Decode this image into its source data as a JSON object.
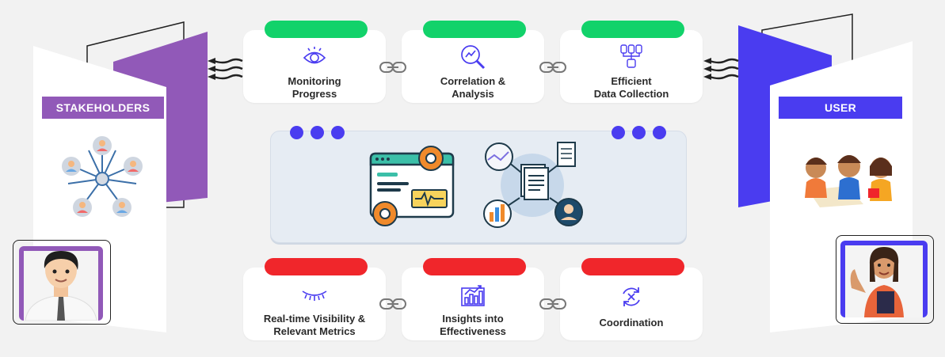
{
  "left_panel": {
    "label": "STAKEHOLDERS",
    "accent": "#9159b8",
    "icons": [
      "stakeholder-network-icon",
      "businessman-avatar-icon"
    ]
  },
  "right_panel": {
    "label": "USER",
    "accent": "#4a3cf0",
    "icons": [
      "children-illustration-icon",
      "teacher-avatar-icon"
    ]
  },
  "top_cards": [
    {
      "line1": "Monitoring",
      "line2": "Progress",
      "icon": "eye-icon"
    },
    {
      "line1": "Correlation &",
      "line2": "Analysis",
      "icon": "magnifier-chart-icon"
    },
    {
      "line1": "Efficient",
      "line2": "Data Collection",
      "icon": "database-icon"
    }
  ],
  "bottom_cards": [
    {
      "line1": "Real-time Visibility &",
      "line2": "Relevant Metrics",
      "icon": "eyelash-icon"
    },
    {
      "line1": "Insights into",
      "line2": "Effectiveness",
      "icon": "bar-chart-icon"
    },
    {
      "line1": "Coordination",
      "line2": "",
      "icon": "sync-x-icon"
    }
  ],
  "center": {
    "icons": [
      "browser-gears-icon",
      "document-network-icon"
    ]
  },
  "colors": {
    "top_pill": "#12d26a",
    "bottom_pill": "#f0262b",
    "dots": "#4a3cf0",
    "background": "#f2f2f2"
  }
}
